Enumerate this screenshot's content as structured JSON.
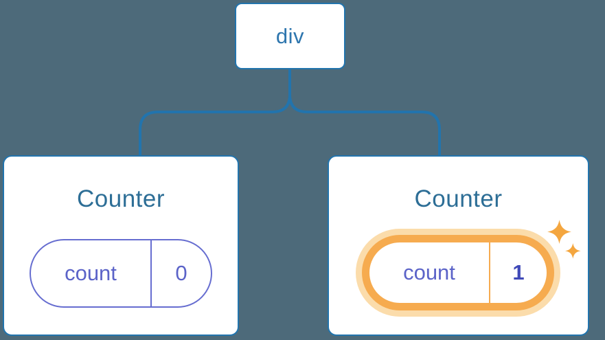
{
  "diagram": {
    "description": "Component tree diagram: a div root rendering two Counter components with independent state",
    "root": {
      "label": "div"
    },
    "children": [
      {
        "title": "Counter",
        "state": {
          "key": "count",
          "value": "0"
        },
        "highlighted": false
      },
      {
        "title": "Counter",
        "state": {
          "key": "count",
          "value": "1"
        },
        "highlighted": true,
        "badge_icon": "sparkles-icon"
      }
    ]
  },
  "colors": {
    "bg": "#4d6a7a",
    "card_bg": "#ffffff",
    "card_border": "#2274ad",
    "connector": "#2274ad",
    "node_text": "#2e76ae",
    "title_text": "#2d6e96",
    "purple_border": "#666dd0",
    "purple_text": "#5b63c8",
    "purple_bold": "#3f49b8",
    "orange": "#f6ab4f",
    "orange_glow": "#fbdcab",
    "sparkle": "#f4a63f"
  }
}
